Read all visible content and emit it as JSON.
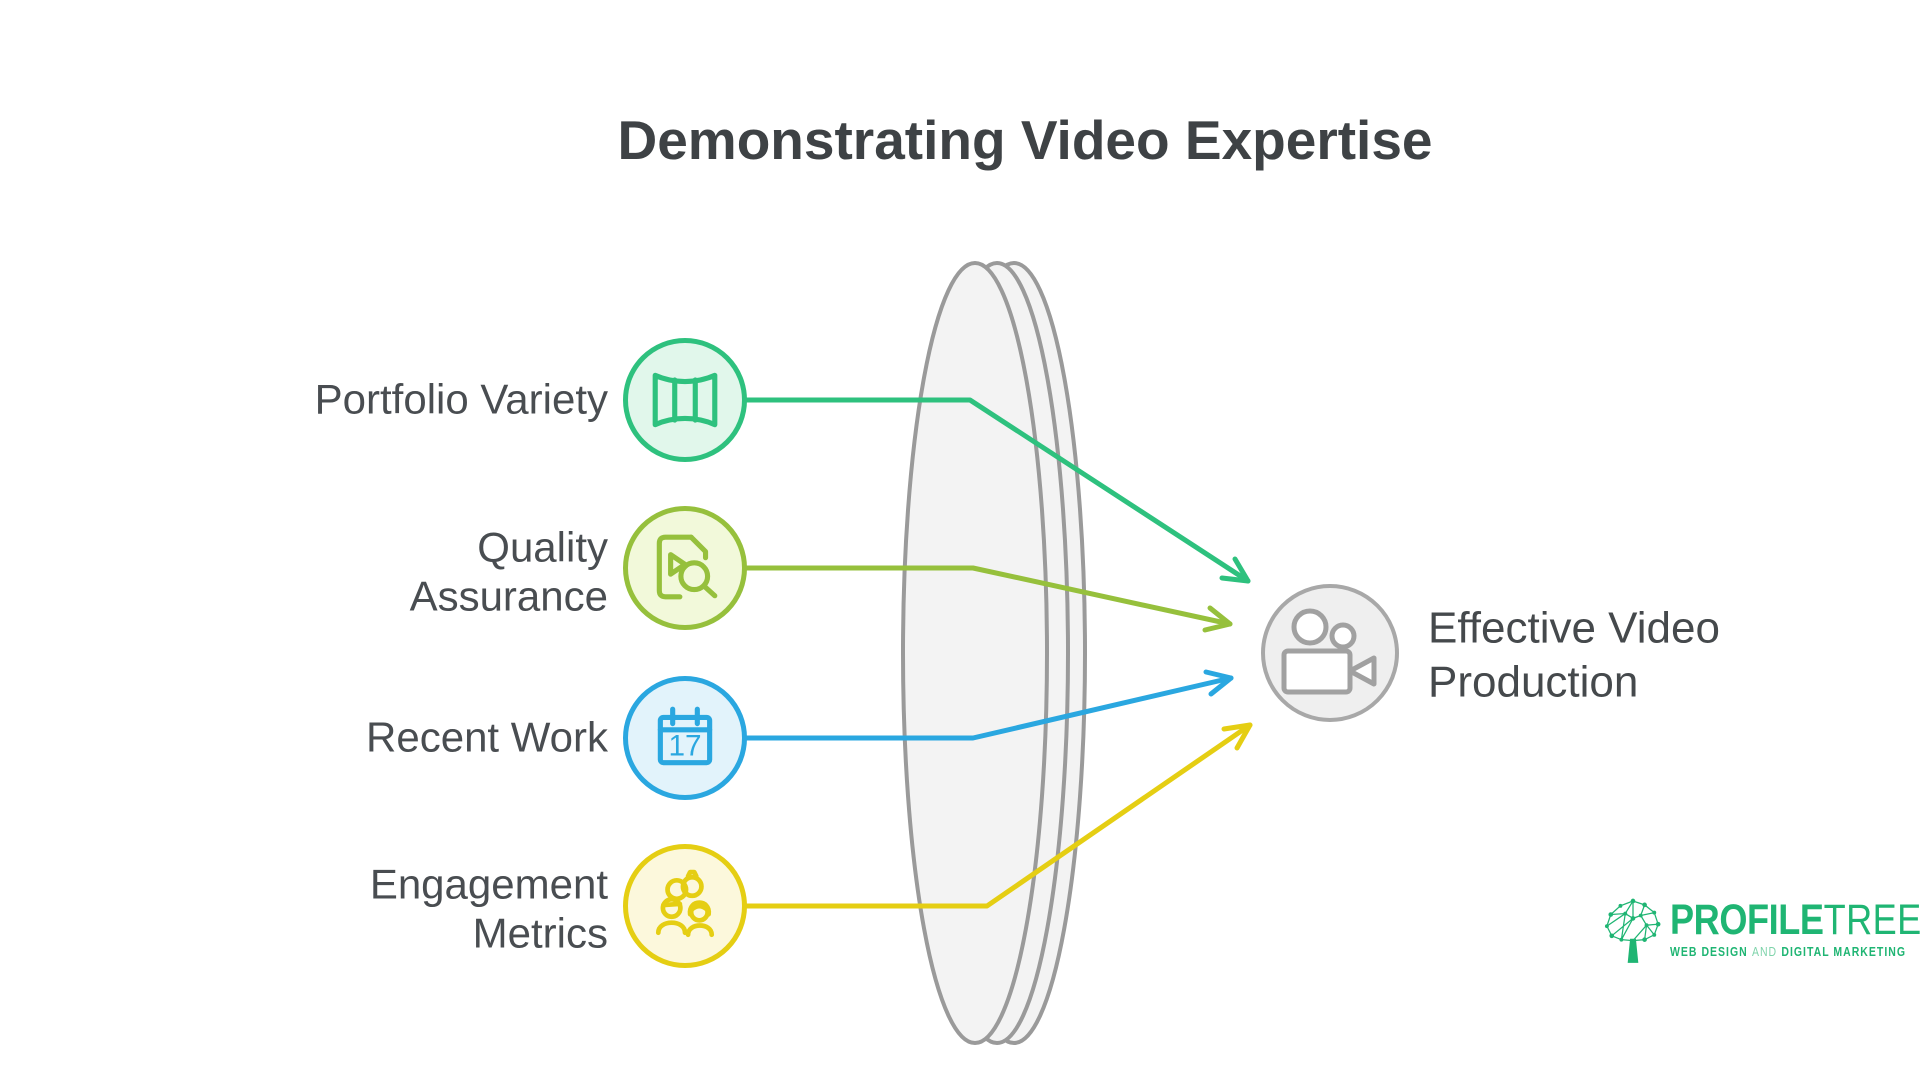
{
  "title": "Demonstrating Video Expertise",
  "items": [
    {
      "label": "Portfolio Variety",
      "icon": "panorama-icon",
      "color": "#2ec17e",
      "fill": "#e1f7eb"
    },
    {
      "label": "Quality Assurance",
      "icon": "video-file-search-icon",
      "color": "#96c03c",
      "fill": "#f2f9da"
    },
    {
      "label": "Recent Work",
      "icon": "calendar-icon",
      "color": "#2aa7e0",
      "fill": "#e2f3fb",
      "calendar_day": "17"
    },
    {
      "label": "Engagement Metrics",
      "icon": "engagement-icon",
      "color": "#e5ce13",
      "fill": "#fcf8dc"
    }
  ],
  "result": {
    "label": "Effective Video Production",
    "icon": "video-camera-icon",
    "stroke": "#a8a8a8",
    "fill": "#efefef"
  },
  "lens": {
    "stroke": "#9a9a9a",
    "fill": "#f3f3f3"
  },
  "text_colors": {
    "title": "#3e4245",
    "labels": "#494d51"
  },
  "logo": {
    "name_bold": "PROFILE",
    "name_light": "TREE",
    "tagline_part1": "WEB DESIGN",
    "tagline_and": "AND",
    "tagline_part2": "DIGITAL MARKETING",
    "color": "#1fb573"
  }
}
